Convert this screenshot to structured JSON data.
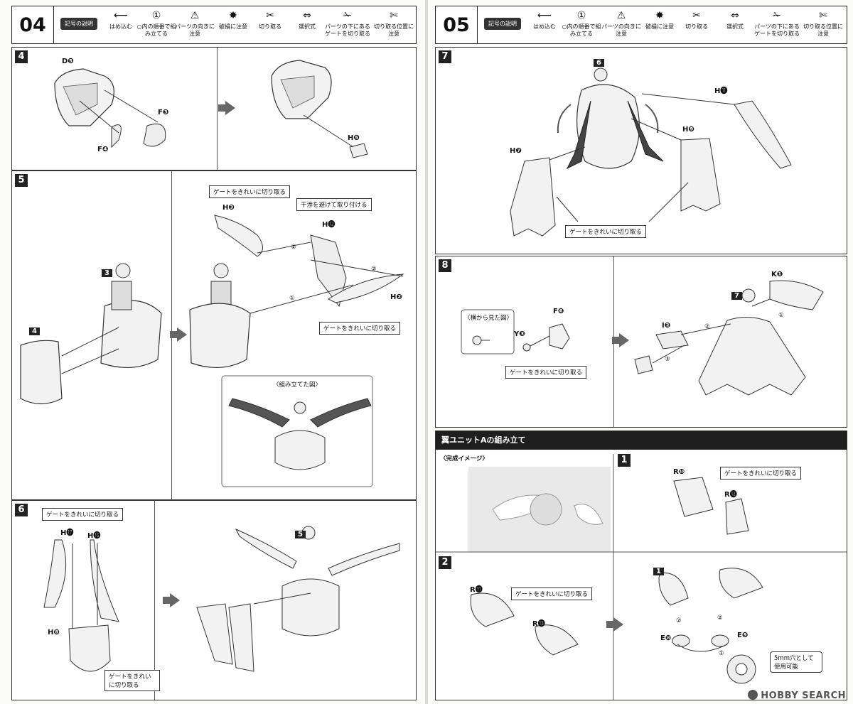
{
  "left_page": {
    "page_number": "04",
    "legend_title": "記号の説明",
    "legend": [
      {
        "icon": "arrow-left-icon",
        "label": "はめ込む"
      },
      {
        "icon": "circled-one-icon",
        "label": "○内の順番で組み立てる"
      },
      {
        "icon": "exclamation-icon",
        "label": "パーツの向きに注意"
      },
      {
        "icon": "broken-part-icon",
        "label": "破損に注意"
      },
      {
        "icon": "cut-icon",
        "label": "切り取る"
      },
      {
        "icon": "double-arrow-icon",
        "label": "選択式"
      },
      {
        "icon": "gate-cut-icon",
        "label": "パーツの下にあるゲートを切り取る"
      },
      {
        "icon": "cut-position-icon",
        "label": "切り取る位置に注意"
      }
    ],
    "step4": {
      "num": "4",
      "labels": [
        "D❺",
        "F❸",
        "F❹",
        "H❺"
      ]
    },
    "step5": {
      "num": "5",
      "ref3": "3",
      "ref4": "4",
      "h3": "H❸",
      "h12": "H⓬",
      "h2": "H❷",
      "c_gate1": "ゲートをきれいに切り取る",
      "c_avoid": "干渉を避けて取り付ける",
      "c_gate2": "ゲートをきれいに切り取る",
      "n1": "①",
      "n2a": "②",
      "n2b": "②",
      "assembled_title": "〈組み立てた図〉"
    },
    "step6": {
      "num": "6",
      "c_gate": "ゲートをきれいに切り取る",
      "h17": "H⓱",
      "h16": "H⓰",
      "h8": "H❽",
      "ref5": "5",
      "c_gate_bottom": "ゲートをきれいに切り取る"
    }
  },
  "right_page": {
    "page_number": "05",
    "legend_title": "記号の説明",
    "legend": [
      {
        "icon": "arrow-left-icon",
        "label": "はめ込む"
      },
      {
        "icon": "circled-one-icon",
        "label": "○内の順番で組み立てる"
      },
      {
        "icon": "exclamation-icon",
        "label": "パーツの向きに注意"
      },
      {
        "icon": "broken-part-icon",
        "label": "破損に注意"
      },
      {
        "icon": "cut-icon",
        "label": "切り取る"
      },
      {
        "icon": "double-arrow-icon",
        "label": "選択式"
      },
      {
        "icon": "gate-cut-icon",
        "label": "パーツの下にあるゲートを切り取る"
      },
      {
        "icon": "cut-position-icon",
        "label": "切り取る位置に注意"
      }
    ],
    "step7": {
      "num": "7",
      "ref6": "6",
      "h11": "H⓫",
      "h9": "H❾",
      "h7": "H❼",
      "c_gate": "ゲートをきれいに切り取る"
    },
    "step8": {
      "num": "8",
      "side_view": "〈横から見た図〉",
      "f6": "F❻",
      "y3": "Y❸",
      "c_gate": "ゲートをきれいに切り取る",
      "k1": "K❶",
      "ref7": "7",
      "i2": "I❷",
      "n1": "①",
      "n2": "②",
      "n3": "③"
    },
    "wing_section": {
      "title": "翼ユニットAの組み立て",
      "image_title": "〈完成イメージ〉",
      "step1": {
        "num": "1",
        "r10": "R❿",
        "r12": "R⓬",
        "c_gate": "ゲートをきれいに切り取る"
      },
      "step2": {
        "num": "2",
        "r11": "R⓫",
        "r13": "R⓭",
        "c_gate": "ゲートをきれいに切り取る",
        "ref1": "1",
        "e10": "E❿",
        "e9": "E❾",
        "hole_note": "5mm穴として使用可能",
        "n1": "①",
        "n2a": "②",
        "n2b": "②"
      }
    }
  },
  "watermark": "HOBBY SEARCH"
}
